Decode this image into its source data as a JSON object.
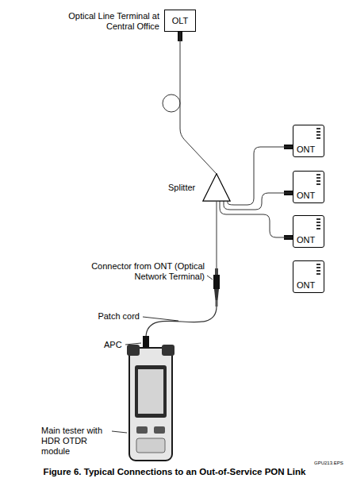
{
  "diagram": {
    "caption": "Figure 6. Typical Connections to an Out-of-Service PON Link",
    "nodes": [
      {
        "text": [
          "OLT"
        ]
      },
      {
        "text": [
          "Splitter"
        ]
      },
      {
        "text": [
          "ONT"
        ]
      },
      {
        "text": [
          "ONT"
        ]
      },
      {
        "text": [
          "ONT"
        ]
      },
      {
        "text": [
          "ONT"
        ]
      }
    ],
    "edges": [
      {
        "from": 0,
        "to": 1,
        "arrow": "none"
      },
      {
        "from": 1,
        "to": 2,
        "arrow": "none"
      },
      {
        "from": 1,
        "to": 3,
        "arrow": "none"
      },
      {
        "from": 1,
        "to": 4,
        "arrow": "none"
      }
    ],
    "labels": [
      "Optical Line Terminal at Central Office",
      "Connector from ONT (Optical Network Terminal)",
      "Patch cord",
      "APC",
      "Main tester with HDR OTDR module",
      "GPU213.EPS"
    ]
  }
}
